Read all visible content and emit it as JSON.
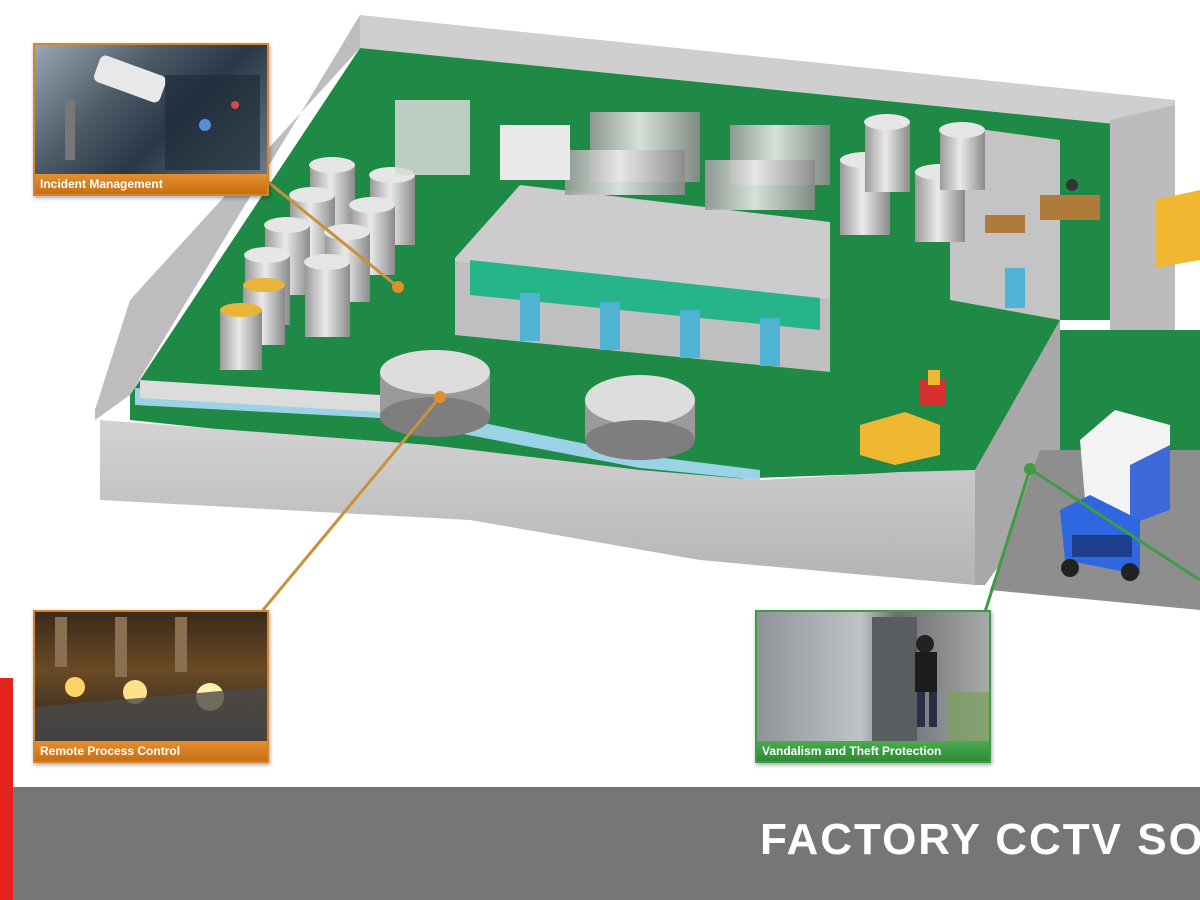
{
  "callouts": {
    "incident": {
      "label": "Incident Management",
      "color": "#d8842a"
    },
    "remote": {
      "label": "Remote Process Control",
      "color": "#d8842a"
    },
    "vandalism": {
      "label": "Vandalism and Theft Protection",
      "color": "#3e9c44"
    }
  },
  "banner": {
    "title": "FACTORY CCTV SO"
  },
  "colors": {
    "floor": "#1e8a45",
    "wall": "#c9c9c9",
    "banner": "#767676",
    "accent": "#e4231c"
  }
}
